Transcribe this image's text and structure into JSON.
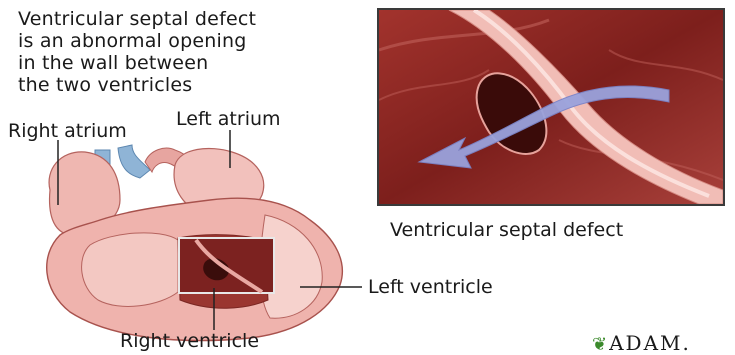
{
  "caption": {
    "lines": [
      "Ventricular septal defect",
      "is an abnormal opening",
      "in the wall between",
      "the two ventricles"
    ]
  },
  "labels": {
    "right_atrium": "Right atrium",
    "left_atrium": "Left atrium",
    "left_ventricle": "Left ventricle",
    "right_ventricle": "Right ventricle",
    "vsd": "Ventricular septal defect"
  },
  "brand": {
    "text": "ADAM.",
    "icon": "leaf-icon"
  },
  "colors": {
    "muscle": "#8e2a26",
    "muscle_light": "#e9a8a2",
    "septum_wall": "#f4c6c0",
    "vessel_blue": "#8fb4d6",
    "arrow": "#9aa2dc",
    "brand_leaf": "#3b8a2c"
  }
}
